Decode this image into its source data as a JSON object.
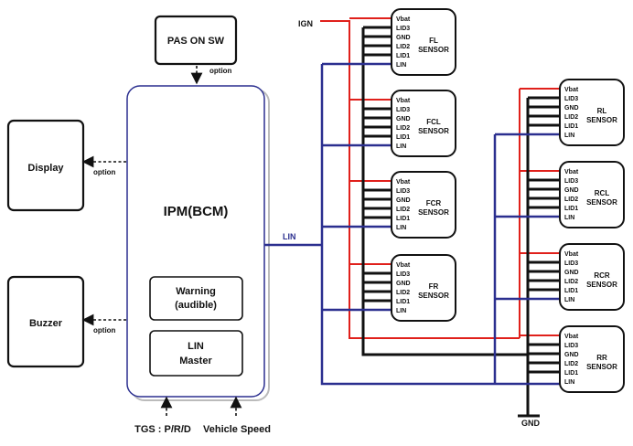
{
  "blocks": {
    "pas_switch": "PAS ON SW",
    "display": "Display",
    "buzzer": "Buzzer",
    "ipm": "IPM(BCM)",
    "warning_line1": "Warning",
    "warning_line2": "(audible)",
    "lin_master_line1": "LIN",
    "lin_master_line2": "Master"
  },
  "labels": {
    "option_top": "option",
    "option_display": "option",
    "option_buzzer": "option",
    "tgs": "TGS : P/R/D",
    "vehicle_speed": "Vehicle Speed",
    "lin_bus": "LIN",
    "ign": "IGN",
    "gnd": "GND"
  },
  "pins": [
    "Vbat",
    "LID3",
    "GND",
    "LID2",
    "LID1",
    "LIN"
  ],
  "sensors": [
    {
      "name1": "FL",
      "name2": "SENSOR"
    },
    {
      "name1": "FCL",
      "name2": "SENSOR"
    },
    {
      "name1": "FCR",
      "name2": "SENSOR"
    },
    {
      "name1": "FR",
      "name2": "SENSOR"
    },
    {
      "name1": "RL",
      "name2": "SENSOR"
    },
    {
      "name1": "RCL",
      "name2": "SENSOR"
    },
    {
      "name1": "RCR",
      "name2": "SENSOR"
    },
    {
      "name1": "RR",
      "name2": "SENSOR"
    }
  ],
  "colors": {
    "power": "#e0201b",
    "ground": "#111111",
    "lin": "#2b2f8f"
  }
}
